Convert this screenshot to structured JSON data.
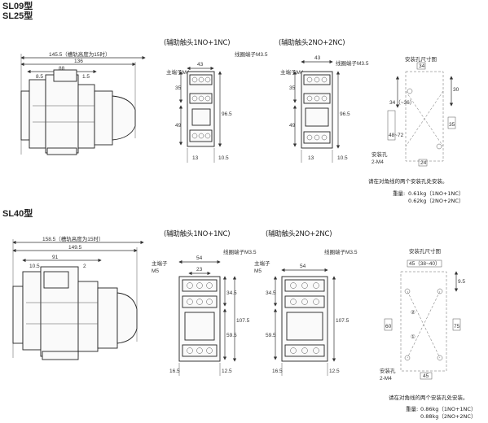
{
  "headings": {
    "sl09": "SL09型",
    "sl25": "SL25型",
    "sl40": "SL40型"
  },
  "top": {
    "side": {
      "rail_height": "145.5（槽轨高度为15时）",
      "width": "136",
      "w88": "88",
      "w8_5": "8.5",
      "w1_5": "1.5"
    },
    "caption_1no1nc": "(辅助触头1NO+1NC)",
    "caption_2no2nc": "(辅助触头2NO+2NC)",
    "front1": {
      "w43": "43",
      "coil": "线圈端子M3.5",
      "main": "主端子M4",
      "h35": "35",
      "h49": "49",
      "h96": "96.5",
      "w13": "13",
      "w10": "10.5"
    },
    "front2": {
      "w43": "43",
      "coil": "线圈端子M3.5",
      "main": "主端子M4",
      "h35": "35",
      "h49": "49",
      "h96": "96.5",
      "w13": "13",
      "w10": "10.5"
    },
    "mount": {
      "title": "安装孔尺寸图",
      "w34": "34",
      "h34": "34（~36）",
      "h30": "30",
      "h4872": "48~72",
      "h35": "35",
      "hole": "安装孔",
      "m4": "2-M4",
      "w24": "24"
    },
    "note": "请在对角线的两个安装孔处安装。",
    "weight_label": "重量:",
    "weights": [
      "0.61kg（1NO+1NC）",
      "0.62kg（2NO+2NC）"
    ]
  },
  "bottom": {
    "side": {
      "rail_height": "158.5（槽轨高度为15时）",
      "width": "149.5",
      "w91": "91",
      "w10_5": "10.5",
      "w2": "2"
    },
    "caption_1no1nc": "(辅助触头1NO+1NC)",
    "caption_2no2nc": "(辅助触头2NO+2NC)",
    "front1": {
      "coil": "线圈端子M3.5",
      "main1": "主端子",
      "main2": "M5",
      "w54": "54",
      "w23": "23",
      "h34": "34.5",
      "h59": "59.5",
      "h107": "107.5",
      "w16": "16.5",
      "w12": "12.5"
    },
    "front2": {
      "coil": "线圈端子M3.5",
      "main1": "主端子",
      "main2": "M5",
      "w54": "54",
      "h34": "34.5",
      "h59": "59.5",
      "h107": "107.5",
      "w16": "16.5",
      "w12": "12.5"
    },
    "mount": {
      "title": "安装孔尺寸图",
      "w45": "45（38~40）",
      "h9": "9.5",
      "h60": "60",
      "h75": "75",
      "c1": "①",
      "c2": "②",
      "hole": "安装孔",
      "m4": "2-M4",
      "w45b": "45"
    },
    "note": "请在对角线的两个安装孔处安装。",
    "weight_label": "重量:",
    "weights": [
      "0.86kg（1NO+1NC）",
      "0.88kg（2NO+2NC）"
    ]
  }
}
